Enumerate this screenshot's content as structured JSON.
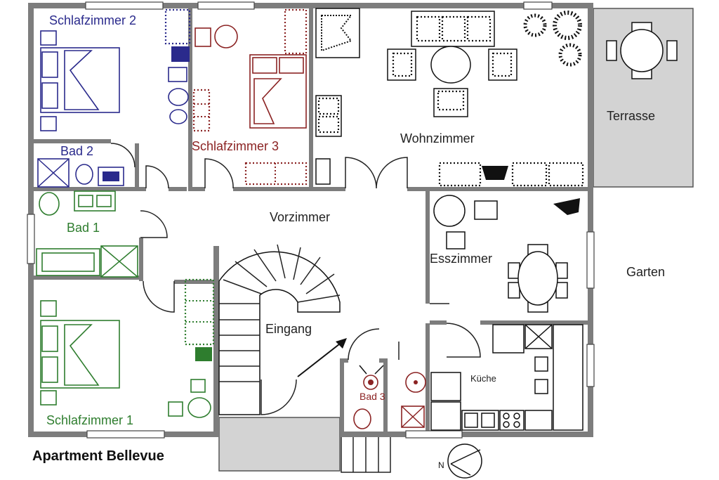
{
  "rooms": {
    "schlafzimmer2": "Schlafzimmer 2",
    "bad2": "Bad 2",
    "bad1": "Bad 1",
    "schlafzimmer1": "Schlafzimmer 1",
    "schlafzimmer3": "Schlafzimmer 3",
    "wohnzimmer": "Wohnzimmer",
    "terrasse": "Terrasse",
    "vorzimmer": "Vorzimmer",
    "esszimmer": "Esszimmer",
    "garten": "Garten",
    "eingang": "Eingang",
    "kueche": "Küche",
    "bad3": "Bad 3"
  },
  "title": "Apartment Bellevue",
  "compass": {
    "label": "N"
  },
  "colors": {
    "walls": "#7d7d7d",
    "blue_room": "#2a2a8c",
    "green_room": "#2e7d2e",
    "red_room": "#8b2323",
    "terrace": "#d3d3d3"
  }
}
